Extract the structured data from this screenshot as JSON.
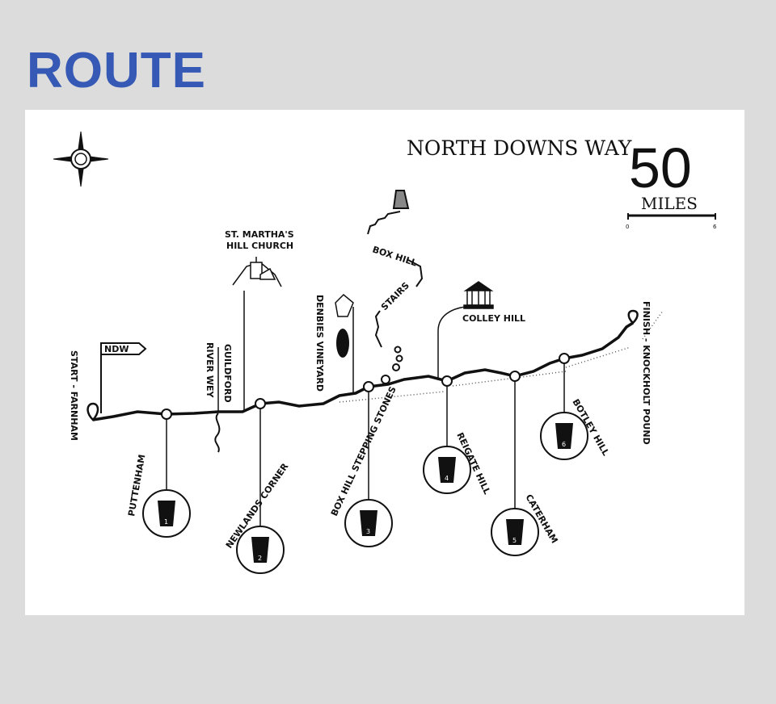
{
  "page_title": "ROUTE",
  "map": {
    "title": "NORTH DOWNS WAY",
    "distance": "50",
    "distance_unit": "MILES",
    "scale": {
      "min": "0",
      "max": "6"
    },
    "signpost": "NDW",
    "start": "START - FARNHAM",
    "finish": "FINISH - KNOCKHOLT POUND",
    "landmarks": {
      "church": [
        "ST. MARTHA'S",
        "HILL CHURCH"
      ],
      "guildford": "GUILDFORD",
      "river": "RIVER WEY",
      "vineyard": "DENBIES VINEYARD",
      "boxhill_stairs_1": "BOX HILL",
      "boxhill_stairs_2": "STAIRS",
      "colley": "COLLEY HILL"
    },
    "stops": [
      {
        "num": "1",
        "name": "PUTTENHAM"
      },
      {
        "num": "2",
        "name": "NEWLANDS CORNER"
      },
      {
        "num": "3",
        "name": "BOX HILL STEPPING STONES"
      },
      {
        "num": "4",
        "name": "REIGATE HILL"
      },
      {
        "num": "5",
        "name": "CATERHAM"
      },
      {
        "num": "6",
        "name": "BOTLEY HILL"
      }
    ]
  }
}
